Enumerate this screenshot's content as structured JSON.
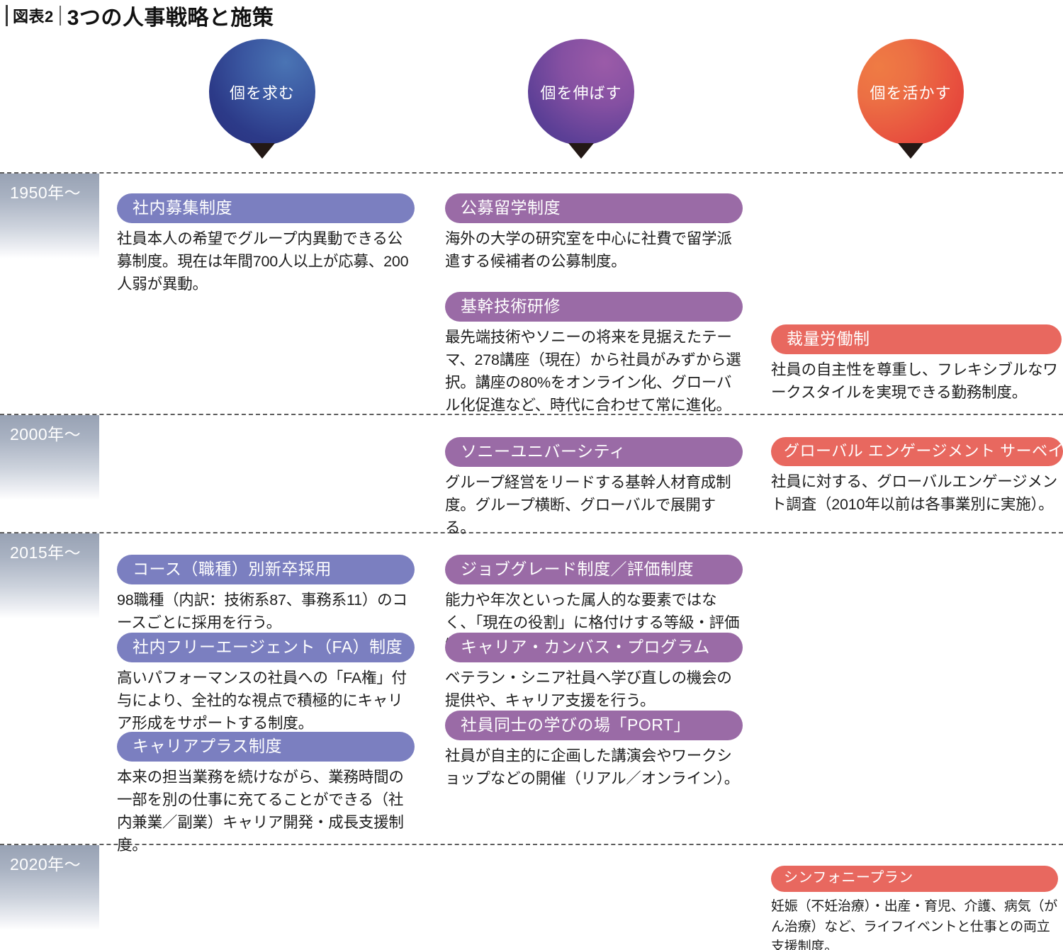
{
  "header": {
    "figure_number": "図表2",
    "title": "3つの人事戦略と施策"
  },
  "strategies": [
    {
      "label": "個を求む",
      "color": "#2c3a88"
    },
    {
      "label": "個を伸ばす",
      "color": "#5c3f96"
    },
    {
      "label": "個を活かす",
      "color": "#e8523f"
    }
  ],
  "eras": [
    {
      "label": "1950年〜"
    },
    {
      "label": "2000年〜"
    },
    {
      "label": "2015年〜"
    },
    {
      "label": "2020年〜"
    }
  ],
  "cards": {
    "c1": {
      "title": "社内募集制度",
      "desc": "社員本人の希望でグループ内異動できる公募制度。現在は年間700人以上が応募、200人弱が異動。"
    },
    "c2": {
      "title": "公募留学制度",
      "desc": "海外の大学の研究室を中心に社費で留学派遣する候補者の公募制度。"
    },
    "c3": {
      "title": "基幹技術研修",
      "desc": "最先端技術やソニーの将来を見据えたテーマ、278講座（現在）から社員がみずから選択。講座の80%をオンライン化、グローバル化促進など、時代に合わせて常に進化。"
    },
    "c4": {
      "title": "裁量労働制",
      "desc": "社員の自主性を尊重し、フレキシブルなワークスタイルを実現できる勤務制度。"
    },
    "c5": {
      "title": "ソニーユニバーシティ",
      "desc": "グループ経営をリードする基幹人材育成制度。グループ横断、グローバルで展開する。"
    },
    "c6": {
      "title": "グローバル エンゲージメント サーベイ",
      "desc": "社員に対する、グローバルエンゲージメント調査（2010年以前は各事業別に実施）。"
    },
    "c7": {
      "title": "コース（職種）別新卒採用",
      "desc": "98職種（内訳：技術系87、事務系11）のコースごとに採用を行う。"
    },
    "c8": {
      "title": "社内フリーエージェント（FA）制度",
      "desc": "高いパフォーマンスの社員への「FA権」付与により、全社的な視点で積極的にキャリア形成をサポートする制度。"
    },
    "c9": {
      "title": "キャリアプラス制度",
      "desc": "本来の担当業務を続けながら、業務時間の一部を別の仕事に充てることができる（社内兼業／副業）キャリア開発・成長支援制度。"
    },
    "c10": {
      "title": "ジョブグレード制度／評価制度",
      "desc": "能力や年次といった属人的な要素ではなく、「現在の役割」に格付けする等級・評価制度。"
    },
    "c11": {
      "title": "キャリア・カンバス・プログラム",
      "desc": "ベテラン・シニア社員へ学び直しの機会の提供や、キャリア支援を行う。"
    },
    "c12": {
      "title": "社員同士の学びの場「PORT」",
      "desc": "社員が自主的に企画した講演会やワークショップなどの開催（リアル／オンライン）。"
    },
    "c13": {
      "title": "シンフォニープラン",
      "desc": "妊娠（不妊治療）・出産・育児、介護、病気（がん治療）など、ライフイベントと仕事との両立支援制度。"
    }
  }
}
